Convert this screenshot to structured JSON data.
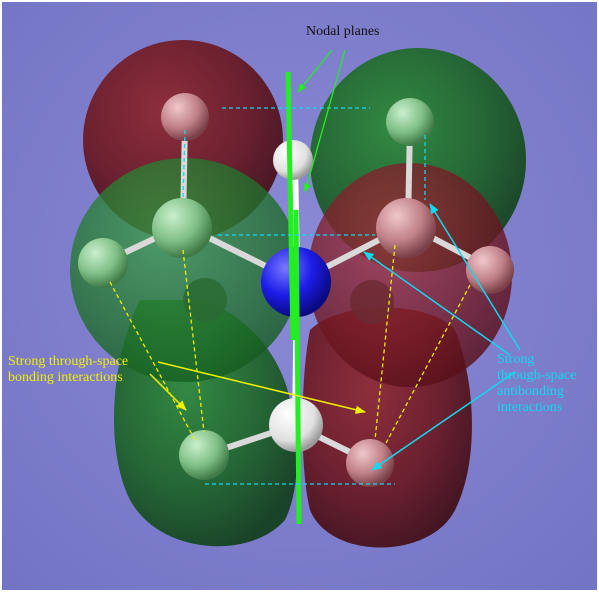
{
  "labels": {
    "nodal_planes": "Nodal planes",
    "bonding": [
      "Strong through-space",
      "bonding interactions"
    ],
    "antibonding": [
      "Strong",
      "through-space",
      "antibonding",
      "interactions"
    ]
  },
  "colors": {
    "background": "#7f7fcc",
    "bonding_lobe": "#1f6b2a",
    "antibonding_lobe": "#6e1a24",
    "nodal_plane": "#22ee22",
    "bonding_arrow": "#f0f000",
    "antibonding_arrow": "#12d8f0",
    "nitrogen": "#1a1aee",
    "hydrogen": "#ffffff"
  },
  "icons": {
    "central_atom": "nitrogen-atom-icon",
    "arrow": "arrow-icon"
  }
}
